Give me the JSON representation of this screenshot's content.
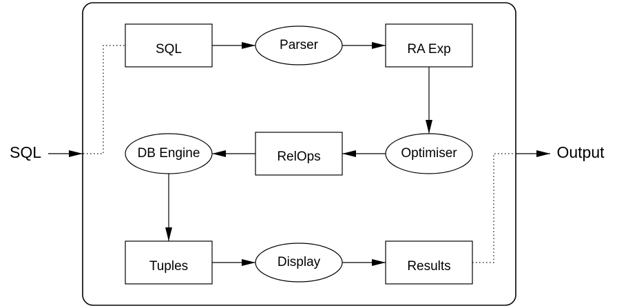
{
  "diagram": {
    "input_label": "SQL",
    "output_label": "Output",
    "nodes": {
      "sql": "SQL",
      "parser": "Parser",
      "ra_exp": "RA Exp",
      "optimiser": "Optimiser",
      "relops": "RelOps",
      "db_engine": "DB Engine",
      "tuples": "Tuples",
      "display": "Display",
      "results": "Results"
    },
    "colors": {
      "stroke": "#000000",
      "background": "#ffffff"
    }
  }
}
